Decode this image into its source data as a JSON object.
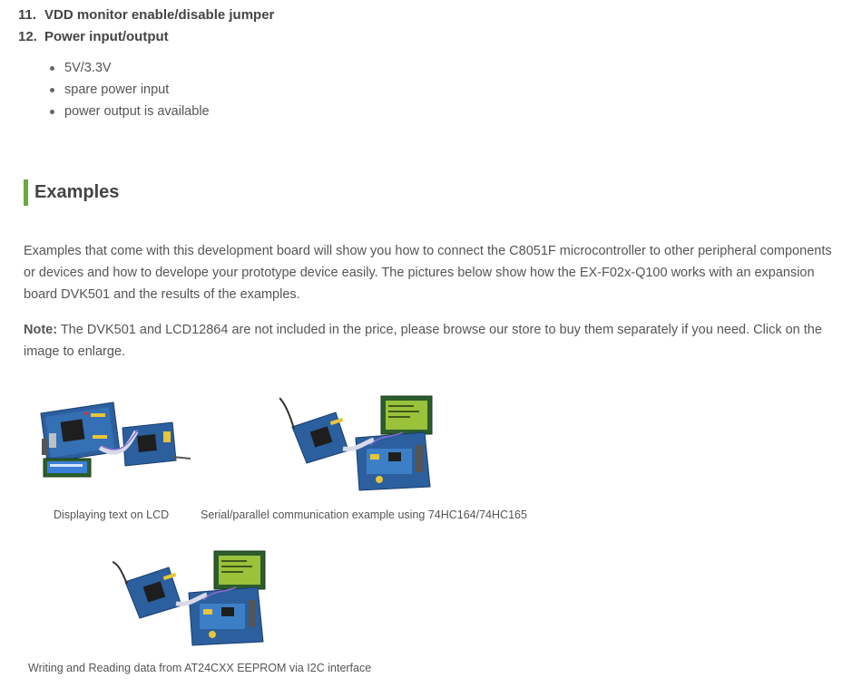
{
  "list": {
    "items": [
      {
        "number": "11.",
        "label": "VDD monitor enable/disable jumper"
      },
      {
        "number": "12.",
        "label": "Power input/output"
      }
    ],
    "sub_items": [
      "5V/3.3V",
      "spare power input",
      "power output is available"
    ]
  },
  "section": {
    "title": "Examples",
    "accent_color": "#6aa842"
  },
  "intro": "Examples that come with this development board will show you how to connect the C8051F microcontroller to other peripheral components or devices and how to develope your prototype device easily. The pictures below show how the EX-F02x-Q100 works with an expansion board DVK501 and the results of the examples.",
  "note": {
    "label": "Note:",
    "text": " The DVK501 and LCD12864 are not included in the price, please browse our store to buy them separately if you need. Click on the image to enlarge."
  },
  "figures": [
    {
      "caption": "Displaying text on LCD",
      "image": "board-with-lcd1602-photo"
    },
    {
      "caption": "Serial/parallel communication example using 74HC164/74HC165",
      "image": "board-with-lcd12864-photo"
    },
    {
      "caption": "Writing and Reading data from AT24CXX EEPROM via I2C interface",
      "image": "board-with-lcd12864-eeprom-photo"
    }
  ]
}
